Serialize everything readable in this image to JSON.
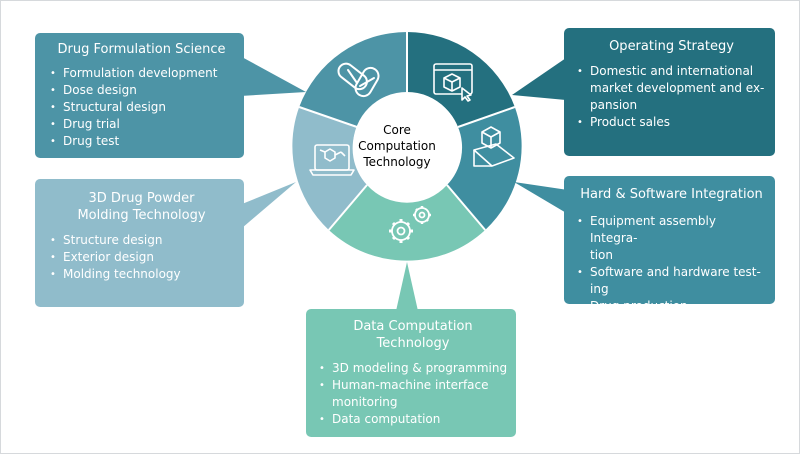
{
  "core": {
    "lines": [
      "Core",
      "Computation",
      "Technology"
    ]
  },
  "colors": {
    "drug_formulation": "#4d94a6",
    "drug_powder": "#90bccb",
    "operating": "#24707f",
    "hard_software": "#3f8ea0",
    "data_computation": "#78c7b4",
    "center": "#ffffff"
  },
  "boxes": {
    "drug_formulation": {
      "title": [
        "Drug Formulation Science"
      ],
      "items": [
        "Formulation development",
        "Dose design",
        "Structural design",
        "Drug trial",
        "Drug test"
      ],
      "icon": "capsule-pills-icon"
    },
    "drug_powder": {
      "title": [
        "3D Drug Powder",
        "Molding Technology"
      ],
      "items": [
        "Structure design",
        "Exterior design",
        "Molding technology"
      ],
      "icon": "laptop-molecule-icon"
    },
    "operating_strategy": {
      "title": [
        "Operating Strategy"
      ],
      "items": [
        [
          "Domestic and international",
          "market development and ex-",
          "pansion"
        ],
        [
          "Product sales"
        ]
      ],
      "icon": "browser-cube-cursor-icon"
    },
    "hard_software": {
      "title": [
        "Hard & Software Integration"
      ],
      "items": [
        [
          "Equipment assembly Integra-",
          "tion"
        ],
        [
          "Software and hardware test-",
          "ing"
        ],
        [
          "Drug production"
        ]
      ],
      "icon": "cube-blueprint-icon"
    },
    "data_computation": {
      "title": [
        "Data Computation",
        "Technology"
      ],
      "items": [
        [
          "3D modeling & programming"
        ],
        [
          "Human-machine interface",
          "monitoring"
        ],
        [
          "Data computation"
        ]
      ],
      "icon": "gears-icon"
    }
  }
}
